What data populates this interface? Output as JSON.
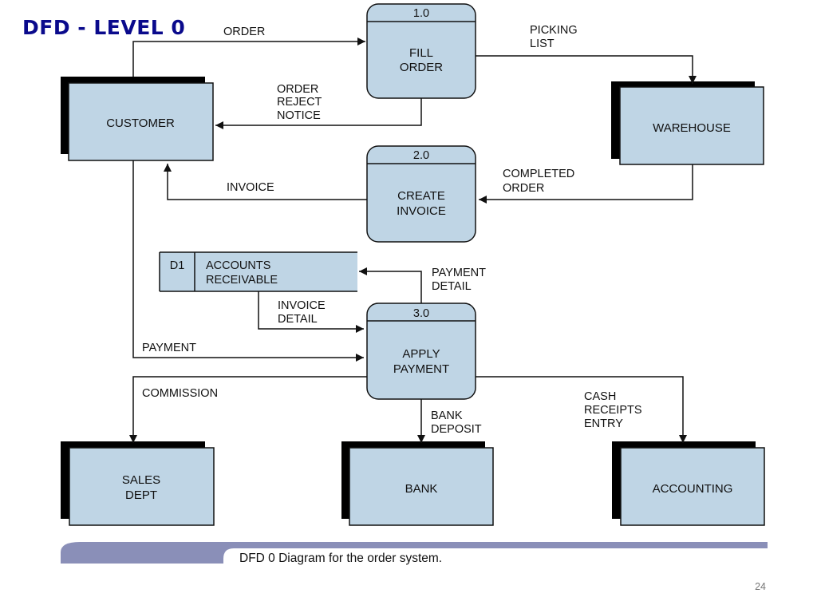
{
  "title": "DFD - LEVEL 0",
  "colors": {
    "fill": "#bfd5e5",
    "shadow": "#000000",
    "line": "#111111",
    "title": "#0a0a8c",
    "caption_bar": "#8a8fb8"
  },
  "entities": {
    "customer": "CUSTOMER",
    "warehouse": "WAREHOUSE",
    "sales": [
      "SALES",
      "DEPT"
    ],
    "bank": "BANK",
    "accounting": "ACCOUNTING"
  },
  "processes": {
    "p1": {
      "num": "1.0",
      "name": [
        "FILL",
        "ORDER"
      ]
    },
    "p2": {
      "num": "2.0",
      "name": [
        "CREATE",
        "INVOICE"
      ]
    },
    "p3": {
      "num": "3.0",
      "name": [
        "APPLY",
        "PAYMENT"
      ]
    }
  },
  "store": {
    "id": "D1",
    "name": [
      "ACCOUNTS",
      "RECEIVABLE"
    ]
  },
  "flows": {
    "order": "ORDER",
    "picking": [
      "PICKING",
      "LIST"
    ],
    "reject": [
      "ORDER",
      "REJECT",
      "NOTICE"
    ],
    "completed": [
      "COMPLETED",
      "ORDER"
    ],
    "invoice": "INVOICE",
    "payment_detail": [
      "PAYMENT",
      "DETAIL"
    ],
    "invoice_detail": [
      "INVOICE",
      "DETAIL"
    ],
    "payment": "PAYMENT",
    "commission": "COMMISSION",
    "bank_deposit": [
      "BANK",
      "DEPOSIT"
    ],
    "cash_receipts": [
      "CASH",
      "RECEIPTS",
      "ENTRY"
    ]
  },
  "caption": "DFD  0  Diagram for the order system.",
  "page_number": "24"
}
